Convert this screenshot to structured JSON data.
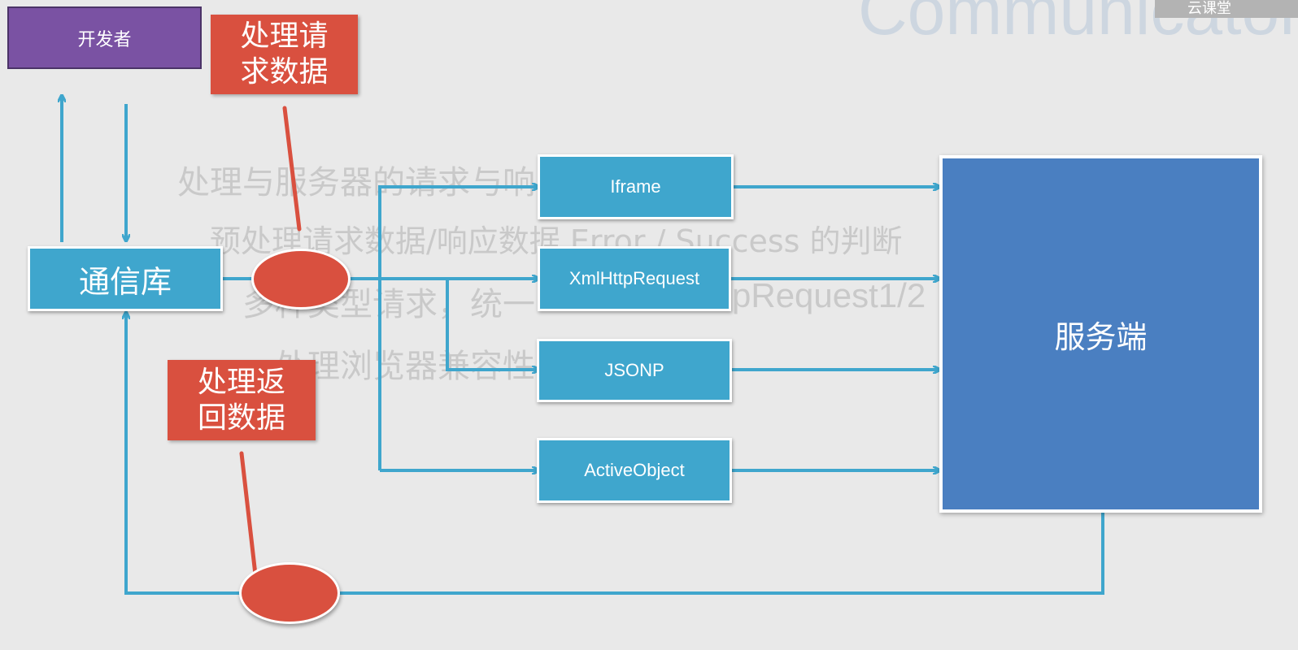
{
  "watermark": {
    "title": "Communicator",
    "logo_text": "云课堂"
  },
  "background_text": {
    "line1": "处理与服务器的请求与响",
    "line2": "预处理请求数据/响应数据 Error / Success 的判断",
    "line3": "多种类型请求，统一",
    "line3b": "pRequest1/2",
    "line4": "处理浏览器兼容性"
  },
  "nodes": {
    "developer": "开发者",
    "comm_lib": "通信库",
    "server": "服务端",
    "iframe": "Iframe",
    "xhr": "XmlHttpRequest",
    "jsonp": "JSONP",
    "active_object": "ActiveObject"
  },
  "notes": {
    "process_request": "处理请\n求数据",
    "process_response": "处理返\n回数据"
  },
  "colors": {
    "arrow": "#3fa6cd",
    "server": "#4a7fc1",
    "developer": "#7a52a3",
    "note": "#d9503f",
    "proto": "#3fa6cd"
  }
}
